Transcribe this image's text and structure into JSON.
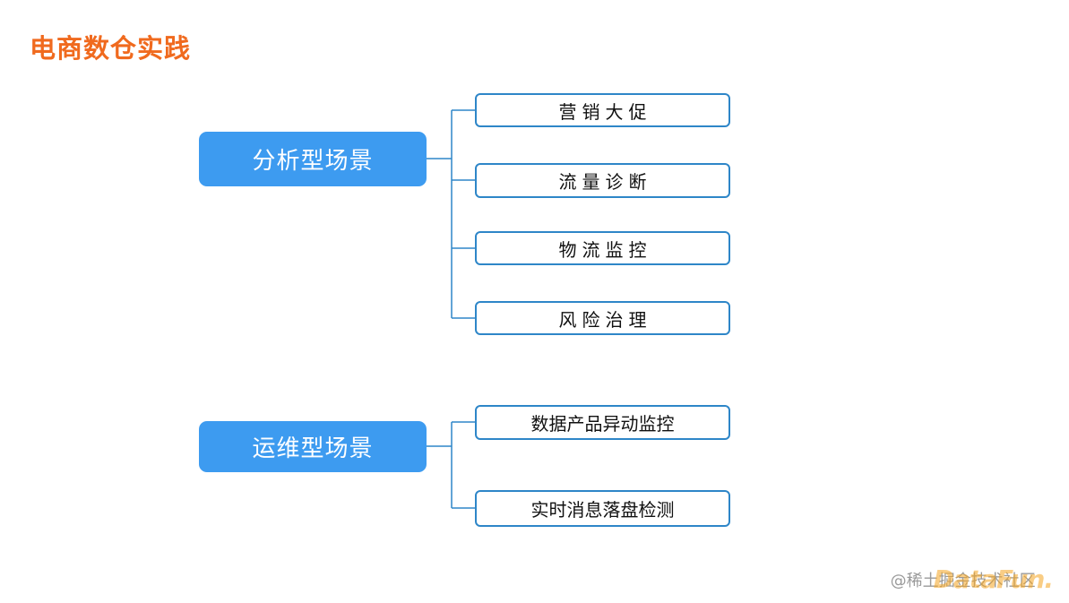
{
  "title": "电商数仓实践",
  "categories": [
    {
      "label": "分析型场景",
      "items": [
        "营销大促",
        "流量诊断",
        "物流监控",
        "风险治理"
      ]
    },
    {
      "label": "运维型场景",
      "items": [
        "数据产品异动监控",
        "实时消息落盘检测"
      ]
    }
  ],
  "watermark": {
    "text": "@稀土掘金技术社区",
    "logo": "DataFun."
  },
  "colors": {
    "title": "#F06A1E",
    "category_fill": "#3D9BF0",
    "leaf_border": "#2E86C8",
    "connector": "#2E86C8"
  }
}
